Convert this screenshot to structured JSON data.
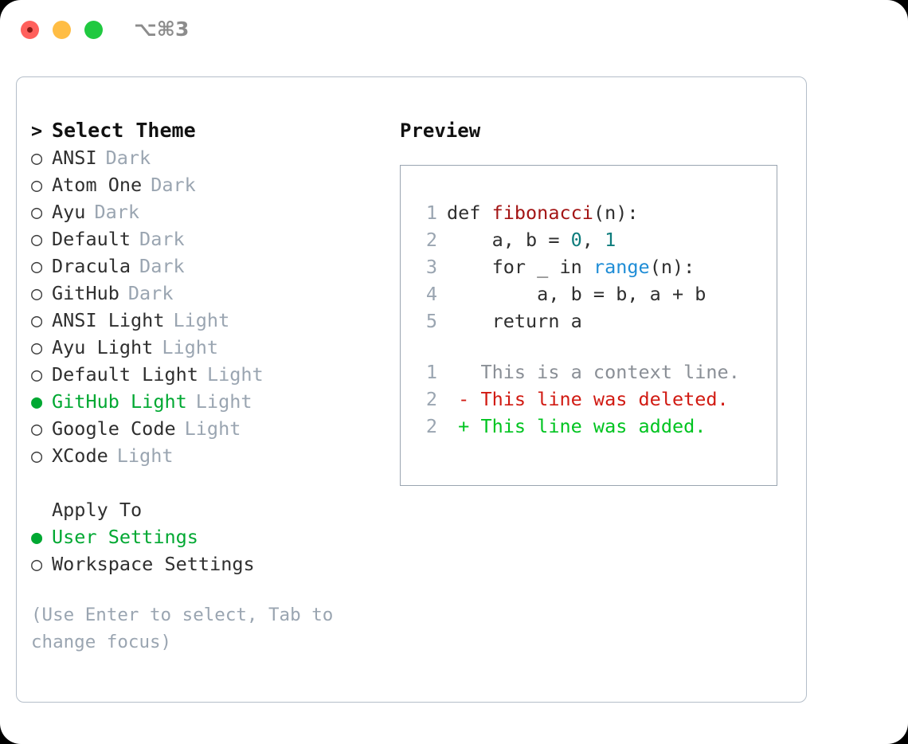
{
  "titlebar": {
    "shortcut": "⌥⌘3",
    "lights": [
      "close",
      "minimize",
      "maximize"
    ]
  },
  "theme_picker": {
    "heading_marker": ">",
    "heading": "Select Theme",
    "bullet_empty": "○",
    "bullet_filled": "●",
    "items": [
      {
        "name": "ANSI",
        "tag": "Dark",
        "selected": false
      },
      {
        "name": "Atom One",
        "tag": "Dark",
        "selected": false
      },
      {
        "name": "Ayu",
        "tag": "Dark",
        "selected": false
      },
      {
        "name": "Default",
        "tag": "Dark",
        "selected": false
      },
      {
        "name": "Dracula",
        "tag": "Dark",
        "selected": false
      },
      {
        "name": "GitHub",
        "tag": "Dark",
        "selected": false
      },
      {
        "name": "ANSI Light",
        "tag": "Light",
        "selected": false
      },
      {
        "name": "Ayu Light",
        "tag": "Light",
        "selected": false
      },
      {
        "name": "Default Light",
        "tag": "Light",
        "selected": false
      },
      {
        "name": "GitHub Light",
        "tag": "Light",
        "selected": true
      },
      {
        "name": "Google Code",
        "tag": "Light",
        "selected": false
      },
      {
        "name": "XCode",
        "tag": "Light",
        "selected": false
      }
    ]
  },
  "apply_to": {
    "heading": "Apply To",
    "options": [
      {
        "label": "User Settings",
        "selected": true
      },
      {
        "label": "Workspace Settings",
        "selected": false
      }
    ]
  },
  "hint": "(Use Enter to select, Tab to change focus)",
  "preview": {
    "title": "Preview",
    "code": [
      {
        "num": "1",
        "segments": [
          {
            "text": "def ",
            "kind": "plain"
          },
          {
            "text": "fibonacci",
            "kind": "fn"
          },
          {
            "text": "(n):",
            "kind": "plain"
          }
        ]
      },
      {
        "num": "2",
        "segments": [
          {
            "text": "    a, b = ",
            "kind": "plain"
          },
          {
            "text": "0",
            "kind": "num"
          },
          {
            "text": ", ",
            "kind": "plain"
          },
          {
            "text": "1",
            "kind": "num"
          }
        ]
      },
      {
        "num": "3",
        "segments": [
          {
            "text": "    for _ in ",
            "kind": "plain"
          },
          {
            "text": "range",
            "kind": "call"
          },
          {
            "text": "(n):",
            "kind": "plain"
          }
        ]
      },
      {
        "num": "4",
        "segments": [
          {
            "text": "        a, b = b, a + b",
            "kind": "plain"
          }
        ]
      },
      {
        "num": "5",
        "segments": [
          {
            "text": "    return a",
            "kind": "plain"
          }
        ]
      }
    ],
    "diff": [
      {
        "num": "1",
        "sign": " ",
        "text": "This is a context line.",
        "kind": "context"
      },
      {
        "num": "2",
        "sign": "-",
        "text": "This line was deleted.",
        "kind": "deleted"
      },
      {
        "num": "2",
        "sign": "+",
        "text": "This line was added.",
        "kind": "added"
      }
    ]
  },
  "colors": {
    "accent_green": "#00a832",
    "tag_gray": "#9aa5b1",
    "fn_red": "#a31515",
    "num_teal": "#0d7c7c",
    "call_blue": "#1f8dd6",
    "diff_del": "#d11a12",
    "diff_add": "#00c420",
    "border": "#b4bec9"
  }
}
